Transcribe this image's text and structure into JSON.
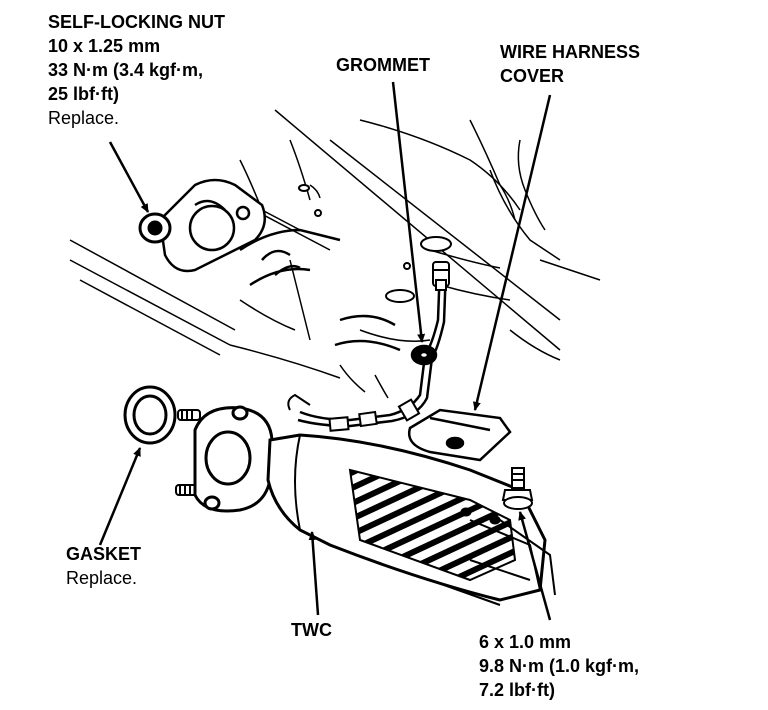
{
  "labels": {
    "self_locking_nut": {
      "title": "SELF-LOCKING NUT",
      "size": "10 x 1.25 mm",
      "torque_1": "33 N·m (3.4 kgf·m,",
      "torque_2": "25 lbf·ft)",
      "note": "Replace."
    },
    "grommet": {
      "title": "GROMMET"
    },
    "wire_harness_cover": {
      "line1": "WIRE HARNESS",
      "line2": "COVER"
    },
    "gasket": {
      "title": "GASKET",
      "note": "Replace."
    },
    "twc": {
      "title": "TWC"
    },
    "bolt": {
      "size": "6 x 1.0 mm",
      "torque_1": "9.8 N·m (1.0 kgf·m,",
      "torque_2": "7.2 lbf·ft)"
    }
  },
  "colors": {
    "line": "#000000",
    "background": "#ffffff"
  }
}
